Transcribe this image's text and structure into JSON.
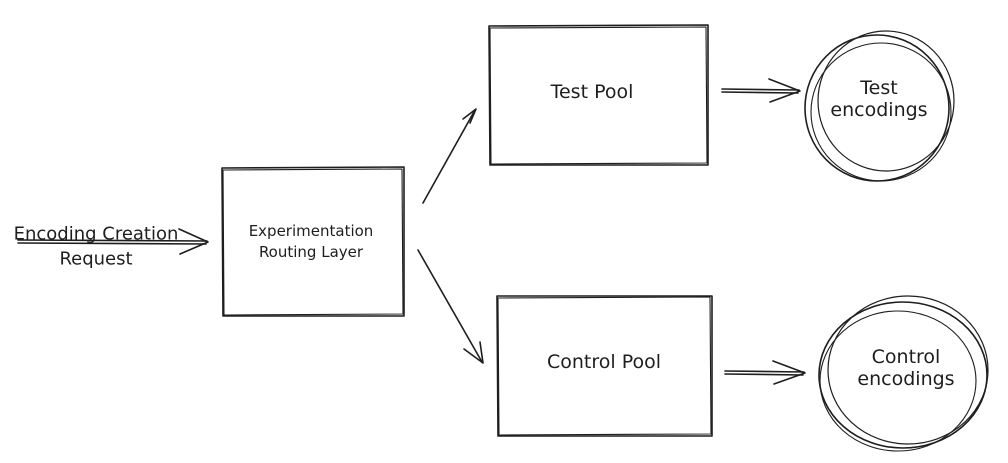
{
  "colors": {
    "stroke": "#1e1e1e",
    "background": "#ffffff"
  },
  "request": {
    "line1": "Encoding Creation",
    "line2": "Request"
  },
  "router": {
    "line1": "Experimentation",
    "line2": "Routing Layer"
  },
  "test_pool": {
    "label": "Test Pool"
  },
  "control_pool": {
    "label": "Control Pool"
  },
  "test_store": {
    "line1": "Test",
    "line2": "encodings"
  },
  "control_store": {
    "line1": "Control",
    "line2": "encodings"
  }
}
